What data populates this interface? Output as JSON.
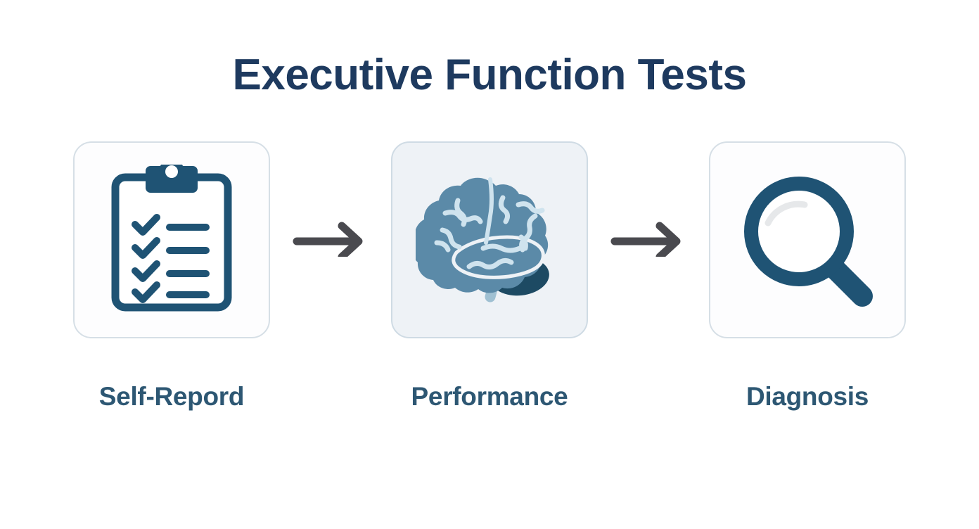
{
  "header": {
    "title": "Executive Function Tests"
  },
  "colors": {
    "background": "#ffffff",
    "title_text": "#1e3a5f",
    "label_text": "#2d5773",
    "card_border": "#d6dfe6",
    "card_background": "#fdfdfe",
    "card_background_tinted": "#eef2f6",
    "icon_dark_blue": "#1d5madeup",
    "icon_primary": "#1f5374",
    "brain_fill": "#5b8aa8",
    "brain_sulci": "#cfe3ee",
    "brain_cerebellum": "#1d4a63",
    "brain_stem": "#9fc0d2",
    "arrow": "#4a4a4f",
    "magnifier_highlight": "#e6e8ea"
  },
  "flow": {
    "steps": [
      {
        "id": "self-report",
        "label": "Self-Repord",
        "icon": "clipboard-checklist-icon",
        "tinted": false,
        "checklist_rows": 4
      },
      {
        "id": "performance",
        "label": "Performance",
        "icon": "brain-icon",
        "tinted": true
      },
      {
        "id": "diagnosis",
        "label": "Diagnosis",
        "icon": "magnifier-icon",
        "tinted": false
      }
    ],
    "connectors": [
      {
        "id": "connector-1",
        "icon": "arrow-right-icon"
      },
      {
        "id": "connector-2",
        "icon": "arrow-right-icon"
      }
    ]
  }
}
